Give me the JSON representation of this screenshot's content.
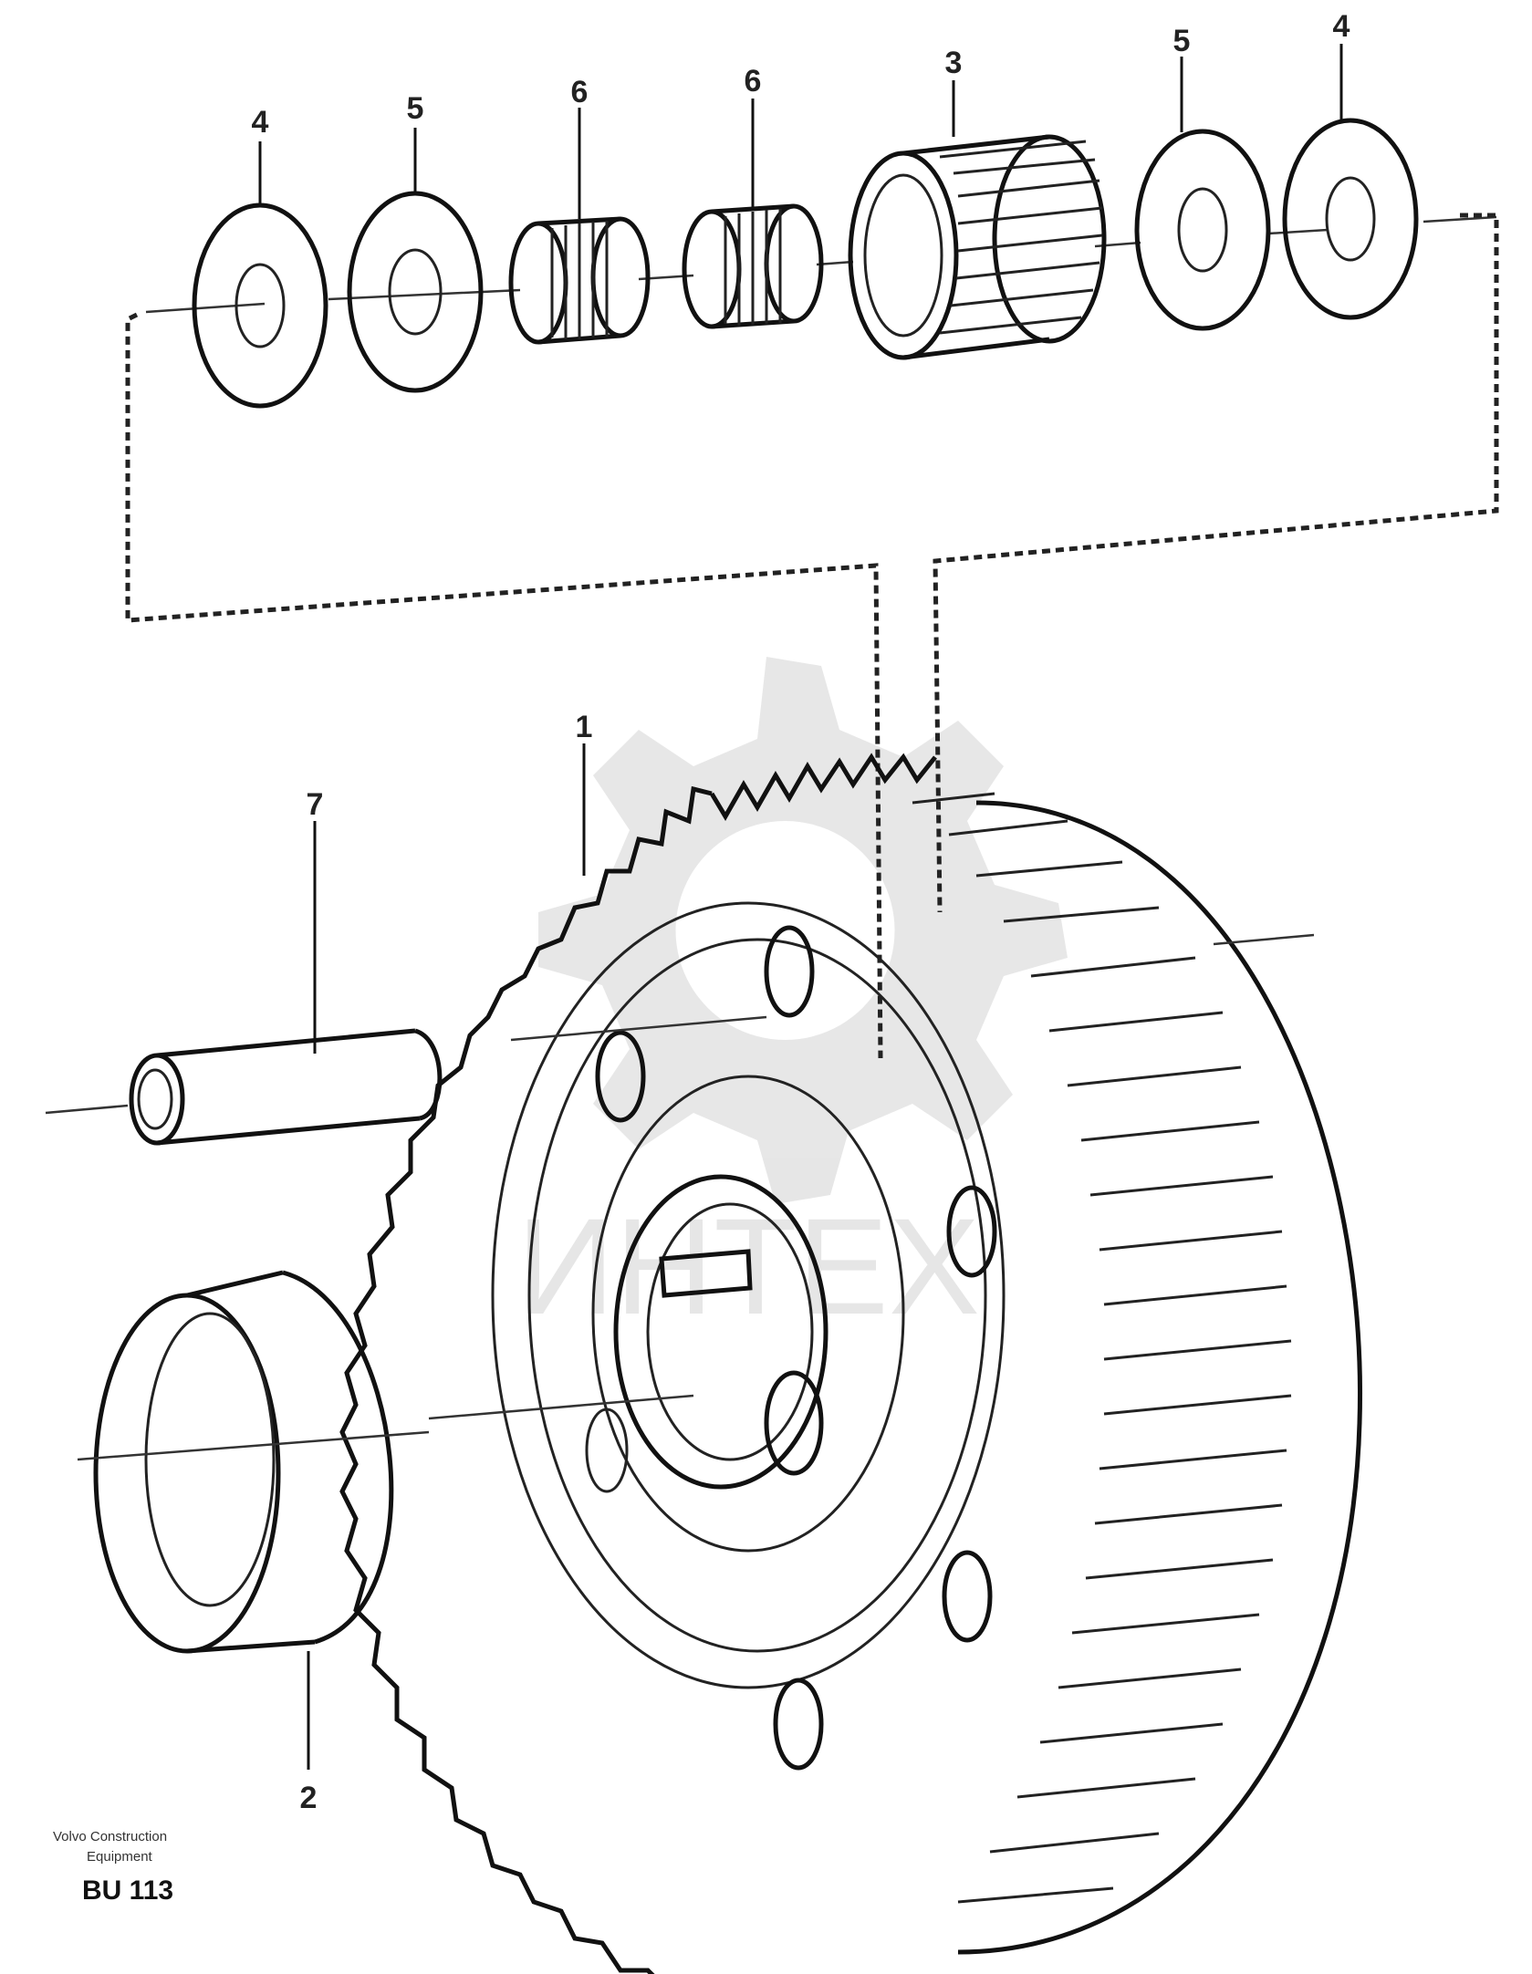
{
  "labels": {
    "item_1": "1",
    "item_2": "2",
    "item_3": "3",
    "item_4_left": "4",
    "item_5_left": "5",
    "item_6_left": "6",
    "item_6_right": "6",
    "item_5_right": "5",
    "item_4_right": "4",
    "item_7": "7"
  },
  "footer": {
    "line1": "Volvo Construction",
    "line2": "Equipment",
    "code": "BU 113"
  },
  "watermark": {
    "text": "ИНТЕХ"
  }
}
